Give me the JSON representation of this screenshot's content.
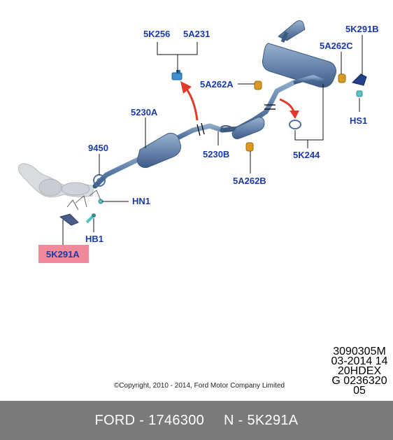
{
  "labels": {
    "5K256": "5K256",
    "5A231": "5A231",
    "5K291B": "5K291B",
    "5A262C": "5A262C",
    "5A262A": "5A262A",
    "HS1": "HS1",
    "5230A": "5230A",
    "9450": "9450",
    "5230B": "5230B",
    "5K244": "5K244",
    "5A262B": "5A262B",
    "HN1": "HN1",
    "HB1": "HB1",
    "5K291A": "5K291A"
  },
  "colors": {
    "label": "#1a3aa8",
    "highlight": "#f08a9a",
    "pipe": "#5f7fa8",
    "pipe_dark": "#3d5a80",
    "arrow": "#e03a2a",
    "isolator": "#d89a20",
    "clamp": "#4d6fa8",
    "footer_bg": "#7a7a7a"
  },
  "meta": {
    "line1": "3090305M",
    "line2": "03-2014 14",
    "line3": "20HDEX",
    "line4": "G 0236320 05"
  },
  "copyright": "©Copyright, 2010 - 2014, Ford Motor Company Limited",
  "footer": {
    "left": "FORD - 1746300",
    "right": "N - 5K291A"
  }
}
